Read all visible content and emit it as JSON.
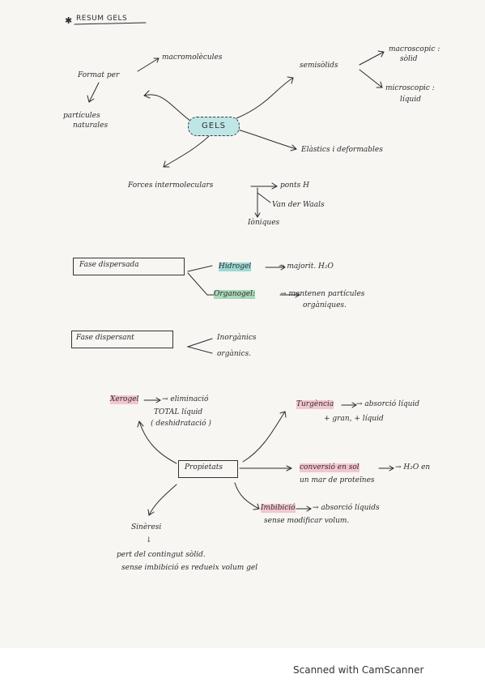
{
  "header": {
    "title": "RESUM GELS"
  },
  "top_map": {
    "center": "GELS",
    "format_per": "Format per",
    "macromolecules": "macromolècules",
    "particules": "partícules",
    "naturales": "naturales",
    "semisolids": "semisòlids",
    "macroscopic": "macroscopic :",
    "solid": "sòlid",
    "microscopic": "microscopic :",
    "liquid": "líquid",
    "elastics": "Elàstics i deformables",
    "forces": "Forces intermoleculars",
    "ponts": "ponts H",
    "van_der_waals": "Van der Waals",
    "ioniques": "Iòniques"
  },
  "fase_dispersada": {
    "label": "Fase dispersada",
    "hidrogel": "Hidrogel",
    "hidrogel_desc": "→ majorit. H₂O",
    "organogel": "Organogel:",
    "organogel_desc_1": "→ mantenen partícules",
    "organogel_desc_2": "orgàniques."
  },
  "fase_dispersant": {
    "label": "Fase dispersant",
    "inorganics": "Inorgànics",
    "organics": "orgànics."
  },
  "propietats": {
    "label": "Propietats",
    "xerogel": "Xerogel",
    "xerogel_desc_1": "→ eliminació",
    "xerogel_desc_2": "TOTAL líquid",
    "xerogel_desc_3": "( deshidratació )",
    "turgencia": "Turgència",
    "turgencia_desc_1": "→ absorció líquid",
    "turgencia_desc_2": "+ gran, + líquid",
    "conversio": "conversió en sol",
    "conversio_desc_1": "→ H₂O en",
    "conversio_desc_2": "un mar de proteïnes",
    "imbibicio": "Imbibició",
    "imbibicio_desc_1": "→ absorció líquids",
    "imbibicio_desc_2": "sense modificar volum.",
    "sineresi": "Sinèresi",
    "sineresi_arrow": "↓",
    "sineresi_desc_1": "pert del contingut sòlid.",
    "sineresi_desc_2": "sense imbibició es redueix volum gel"
  },
  "footer": {
    "scanner": "Scanned with CamScanner"
  },
  "colors": {
    "gels_highlight": "#bfe6e6",
    "hidrogel_highlight": "#9fd9d4",
    "organogel_highlight": "#a8d8b8",
    "pink_highlight": "#f3c6cf",
    "ink": "#2b2b30"
  }
}
